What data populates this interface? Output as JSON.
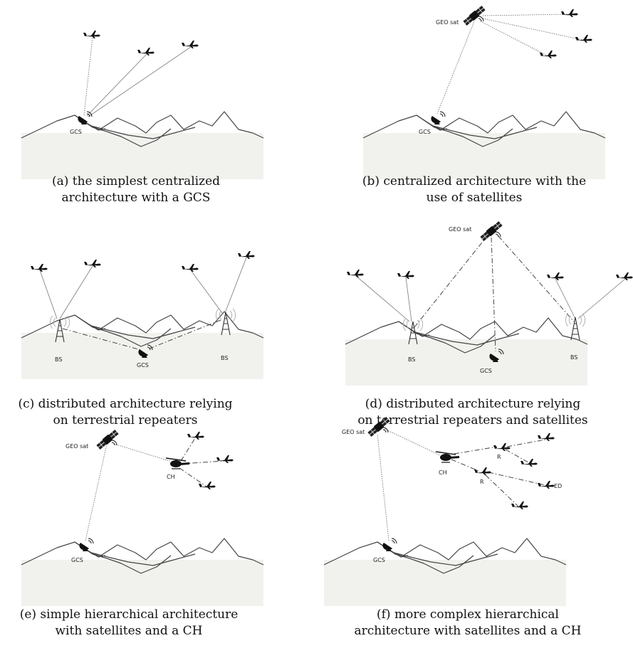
{
  "panels": {
    "a": {
      "nodes": {
        "gcs": "GCS"
      },
      "caption": [
        "(a) the simplest centralized",
        "architecture with a GCS"
      ]
    },
    "b": {
      "nodes": {
        "sat": "GEO sat",
        "gcs": "GCS"
      },
      "caption": [
        "(b) centralized architecture with the",
        "use of satellites"
      ]
    },
    "c": {
      "nodes": {
        "bs_left": "BS",
        "bs_right": "BS",
        "gcs": "GCS"
      },
      "caption": [
        "(c) distributed architecture relying",
        "on terrestrial repeaters"
      ]
    },
    "d": {
      "nodes": {
        "sat": "GEO sat",
        "bs_left": "BS",
        "bs_right": "BS",
        "gcs": "GCS"
      },
      "caption": [
        "(d) distributed architecture relying",
        "on terrestrial repeaters and satellites"
      ]
    },
    "e": {
      "nodes": {
        "sat": "GEO sat",
        "ch": "CH",
        "gcs": "GCS"
      },
      "caption": [
        "(e) simple hierarchical architecture",
        "with satellites and a CH"
      ]
    },
    "f": {
      "nodes": {
        "sat": "GEO sat",
        "ch": "CH",
        "r1": "R",
        "r2": "R",
        "ed": "ED",
        "gcs": "GCS"
      },
      "caption": [
        "(f) more complex hierarchical",
        "architecture with satellites and a CH"
      ]
    }
  }
}
